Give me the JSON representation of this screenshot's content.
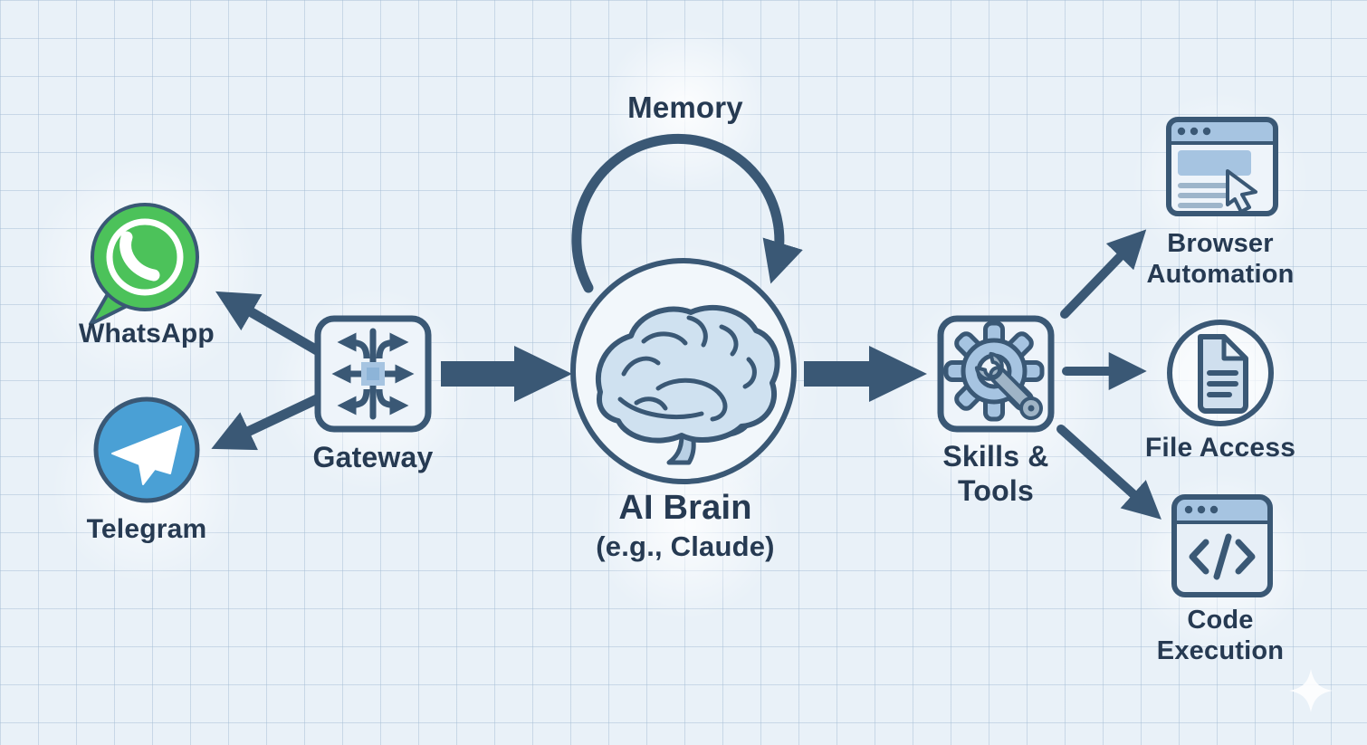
{
  "nodes": {
    "whatsapp": {
      "label": "WhatsApp",
      "icon": "whatsapp-icon"
    },
    "telegram": {
      "label": "Telegram",
      "icon": "telegram-icon"
    },
    "gateway": {
      "label": "Gateway",
      "icon": "gateway-router-icon"
    },
    "memory": {
      "label": "Memory",
      "icon": "memory-loop-arrow"
    },
    "ai_brain": {
      "label": "AI Brain",
      "sublabel": "(e.g., Claude)",
      "icon": "brain-icon"
    },
    "skills_tools": {
      "lines": [
        "Skills &",
        "Tools"
      ],
      "icon": "gear-wrench-icon"
    },
    "browser_automation": {
      "lines": [
        "Browser",
        "Automation"
      ],
      "icon": "browser-window-cursor-icon"
    },
    "file_access": {
      "label": "File Access",
      "icon": "document-icon"
    },
    "code_execution": {
      "lines": [
        "Code",
        "Execution"
      ],
      "icon": "code-window-icon"
    }
  },
  "connections": [
    {
      "from": "gateway",
      "to": "whatsapp",
      "style": "line-arrow"
    },
    {
      "from": "gateway",
      "to": "telegram",
      "style": "line-arrow"
    },
    {
      "from": "gateway",
      "to": "ai_brain",
      "style": "thick-arrow"
    },
    {
      "from": "memory",
      "to": "ai_brain",
      "style": "loop-arrow"
    },
    {
      "from": "ai_brain",
      "to": "skills_tools",
      "style": "thick-arrow"
    },
    {
      "from": "skills_tools",
      "to": "browser_automation",
      "style": "line-arrow"
    },
    {
      "from": "skills_tools",
      "to": "file_access",
      "style": "line-arrow"
    },
    {
      "from": "skills_tools",
      "to": "code_execution",
      "style": "line-arrow"
    }
  ],
  "colors": {
    "background": "#e9f1f8",
    "grid": "#c9d8e6",
    "ink": "#3a5875",
    "text": "#263a52",
    "node_fill": "#eef4fa",
    "blue_mid": "#a6c4e1",
    "blue_light": "#cfe1f0",
    "wa_green": "#4cc25a",
    "tg_blue": "#4aa0d5",
    "wrench": "#9fb4c6",
    "white_glyph": "#ffffff"
  }
}
